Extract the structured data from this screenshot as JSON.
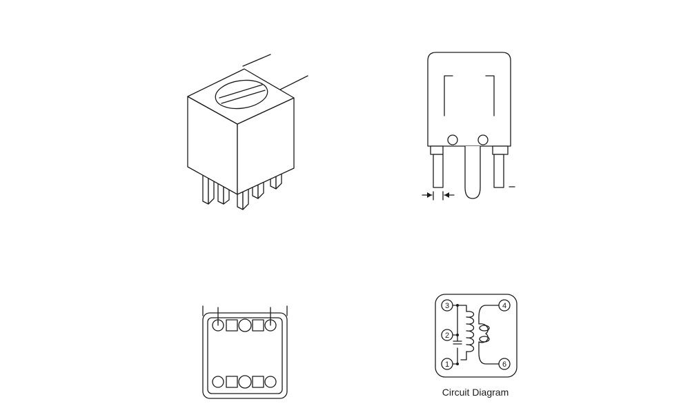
{
  "circuit": {
    "caption": "Circuit Diagram",
    "pins": [
      "3",
      "2",
      "1",
      "4",
      "6"
    ]
  }
}
